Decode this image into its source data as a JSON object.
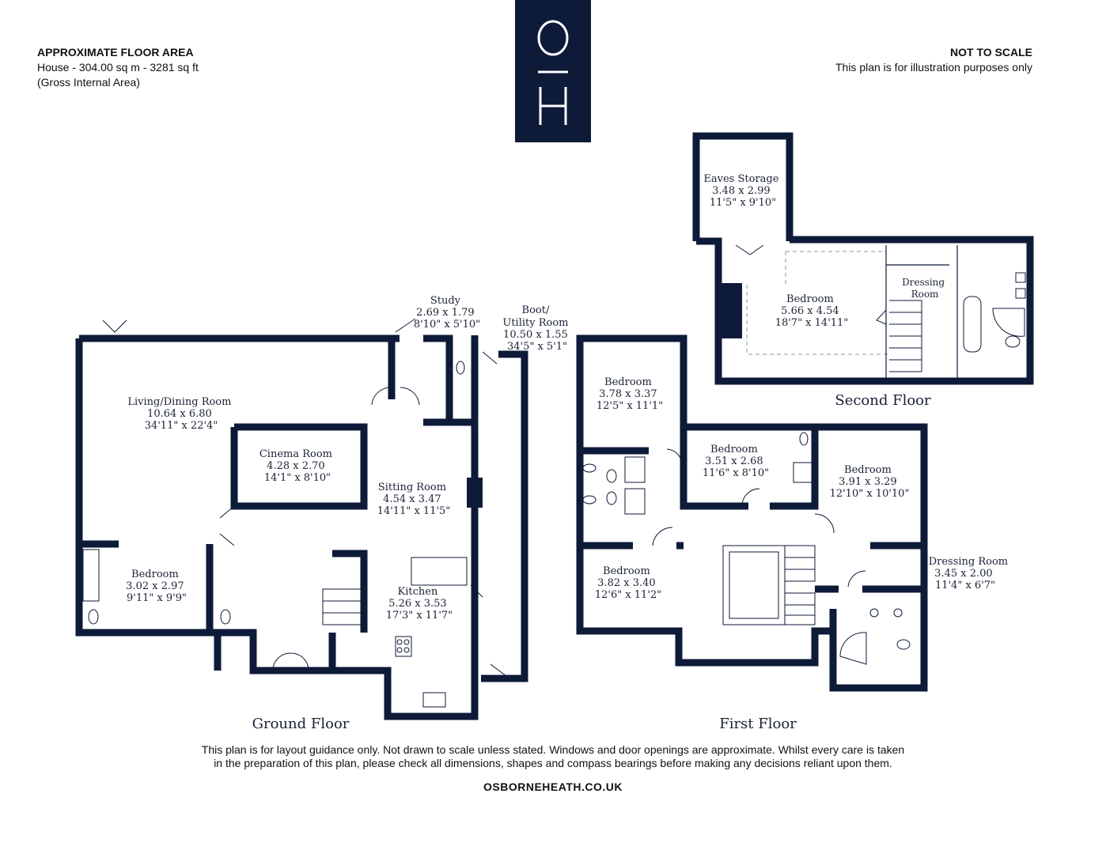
{
  "header": {
    "area_title": "APPROXIMATE FLOOR AREA",
    "area_line": "House - 304.00 sq m - 3281 sq ft",
    "area_note": "(Gross Internal Area)",
    "scale_title": "NOT TO SCALE",
    "scale_note": "This plan is for illustration purposes only"
  },
  "logo": {
    "top_letter": "O",
    "bottom_letter": "H"
  },
  "rooms": {
    "eaves": [
      "Eaves Storage",
      "3.48 x 2.99",
      "11'5\" x 9'10\""
    ],
    "bed_sf": [
      "Bedroom",
      "5.66 x 4.54",
      "18'7\" x 14'11\""
    ],
    "dressing_sf": [
      "Dressing",
      "Room"
    ],
    "study": [
      "Study",
      "2.69 x 1.79",
      "8'10\" x 5'10\""
    ],
    "boot": [
      "Boot/",
      "Utility Room",
      "10.50 x 1.55",
      "34'5\" x 5'1\""
    ],
    "living": [
      "Living/Dining Room",
      "10.64 x 6.80",
      "34'11\" x 22'4\""
    ],
    "cinema": [
      "Cinema Room",
      "4.28 x 2.70",
      "14'1\" x 8'10\""
    ],
    "sitting": [
      "Sitting Room",
      "4.54 x 3.47",
      "14'11\" x 11'5\""
    ],
    "kitchen": [
      "Kitchen",
      "5.26 x 3.53",
      "17'3\" x 11'7\""
    ],
    "bed_gf": [
      "Bedroom",
      "3.02 x 2.97",
      "9'11\" x 9'9\""
    ],
    "bed_ff1": [
      "Bedroom",
      "3.78 x 3.37",
      "12'5\" x 11'1\""
    ],
    "bed_ff2": [
      "Bedroom",
      "3.51 x 2.68",
      "11'6\" x 8'10\""
    ],
    "bed_ff3": [
      "Bedroom",
      "3.91 x 3.29",
      "12'10\" x 10'10\""
    ],
    "bed_ff4": [
      "Bedroom",
      "3.82 x 3.40",
      "12'6\" x 11'2\""
    ],
    "dressing_ff": [
      "Dressing Room",
      "3.45 x 2.00",
      "11'4\" x 6'7\""
    ]
  },
  "floors": {
    "second": "Second Floor",
    "ground": "Ground Floor",
    "first": "First Floor"
  },
  "footer": {
    "disclaimer_1": "This plan is for layout guidance only. Not drawn to scale unless stated. Windows and door openings are approximate. Whilst every care is taken",
    "disclaimer_2": "in the preparation of this plan, please check all dimensions, shapes and compass bearings before making any decisions reliant upon them.",
    "website": "OSBORNEHEATH.CO.UK"
  },
  "colors": {
    "navy": "#0d1a38",
    "background": "#ffffff"
  }
}
